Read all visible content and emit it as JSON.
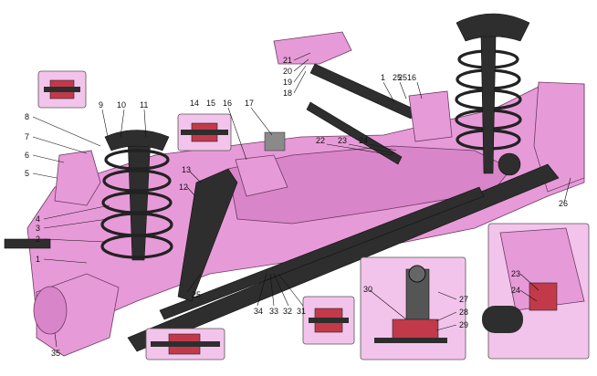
{
  "colors": {
    "body": "#e79ad8",
    "metal": "#2e2e2e",
    "rubber": "#c23a4a"
  },
  "labels": [
    "1",
    "2",
    "3",
    "4",
    "5",
    "6",
    "7",
    "8",
    "9",
    "10",
    "11",
    "12",
    "13",
    "14",
    "15",
    "16",
    "16",
    "17",
    "18",
    "19",
    "20",
    "21",
    "22",
    "23",
    "24",
    "25",
    "25",
    "26",
    "27",
    "28",
    "29",
    "30",
    "31",
    "32",
    "33",
    "34",
    "35",
    "23",
    "24",
    "1",
    "25"
  ]
}
